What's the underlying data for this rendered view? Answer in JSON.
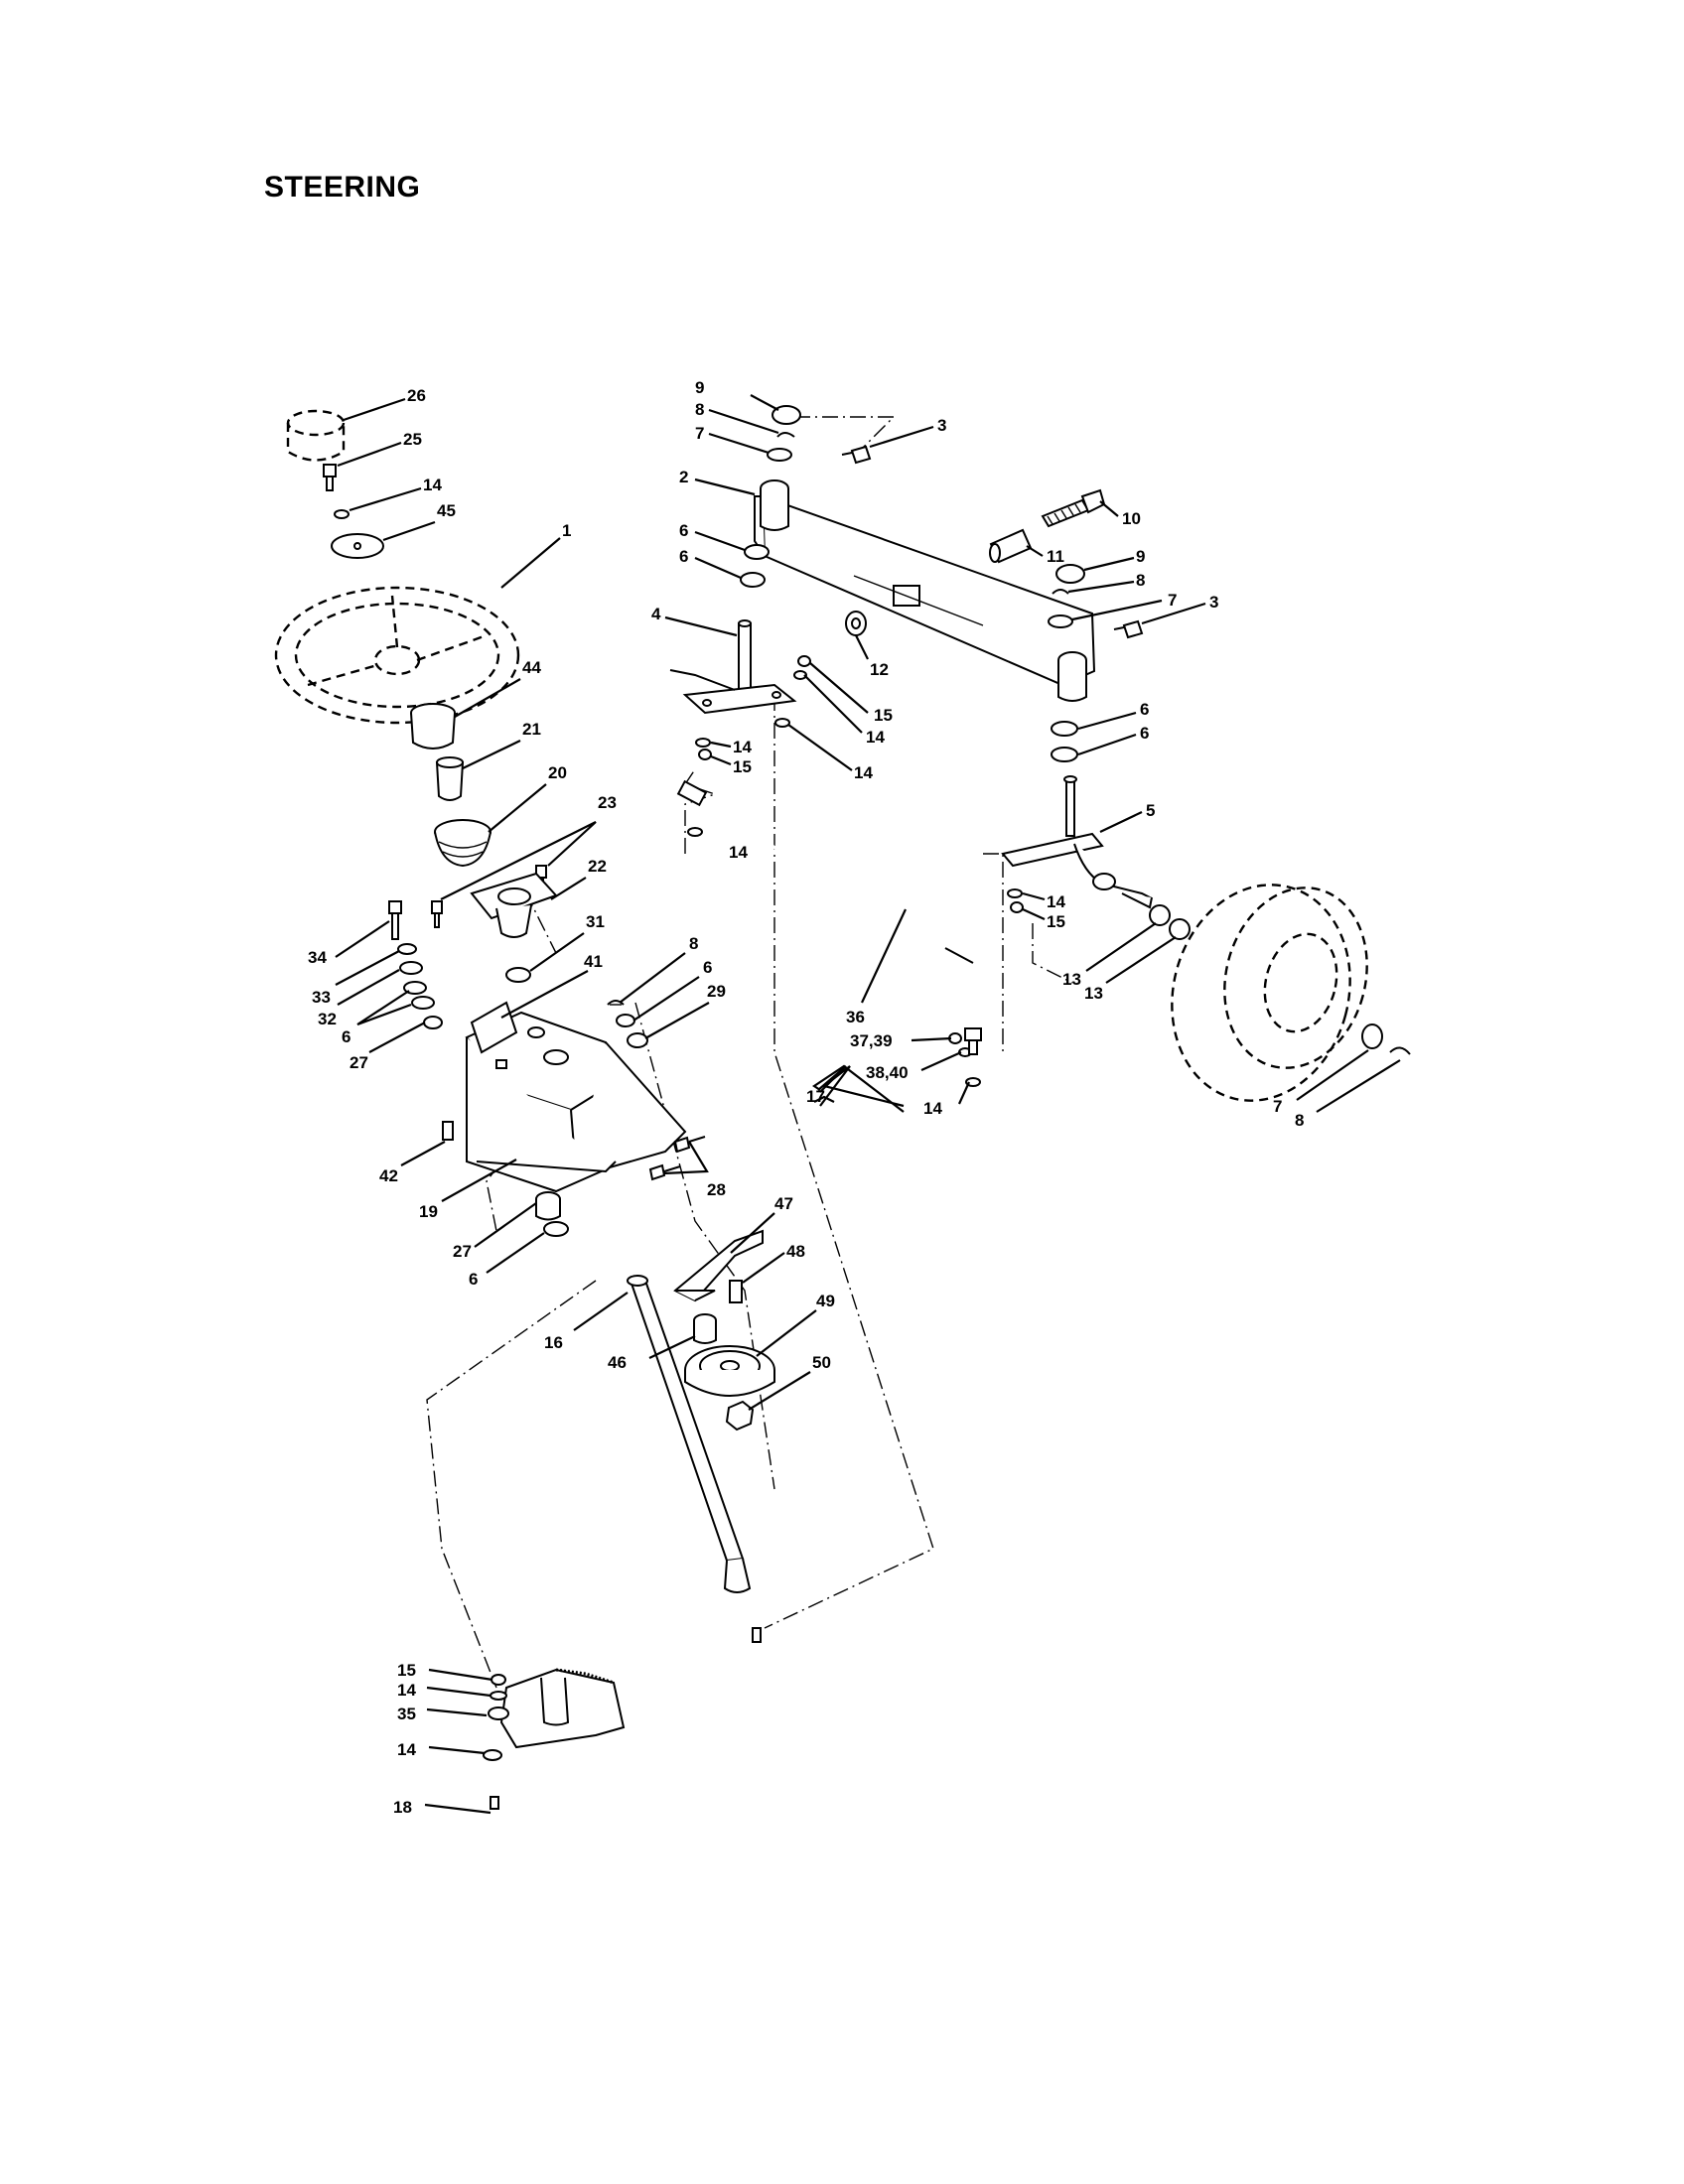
{
  "page": {
    "title": "STEERING"
  },
  "callouts": [
    {
      "id": "c26",
      "text": "26"
    },
    {
      "id": "c25",
      "text": "25"
    },
    {
      "id": "c14a",
      "text": "14"
    },
    {
      "id": "c45",
      "text": "45"
    },
    {
      "id": "c1",
      "text": "1"
    },
    {
      "id": "c44",
      "text": "44"
    },
    {
      "id": "c21",
      "text": "21"
    },
    {
      "id": "c20",
      "text": "20"
    },
    {
      "id": "c23",
      "text": "23"
    },
    {
      "id": "c22",
      "text": "22"
    },
    {
      "id": "c34",
      "text": "34"
    },
    {
      "id": "c31",
      "text": "31"
    },
    {
      "id": "c33",
      "text": "33"
    },
    {
      "id": "c32",
      "text": "32"
    },
    {
      "id": "c6a",
      "text": "6"
    },
    {
      "id": "c41",
      "text": "41"
    },
    {
      "id": "c27a",
      "text": "27"
    },
    {
      "id": "c8a",
      "text": "8"
    },
    {
      "id": "c6b",
      "text": "6"
    },
    {
      "id": "c29",
      "text": "29"
    },
    {
      "id": "c42",
      "text": "42"
    },
    {
      "id": "c19",
      "text": "19"
    },
    {
      "id": "c28",
      "text": "28"
    },
    {
      "id": "c27b",
      "text": "27"
    },
    {
      "id": "c6c",
      "text": "6"
    },
    {
      "id": "c16",
      "text": "16"
    },
    {
      "id": "c47",
      "text": "47"
    },
    {
      "id": "c48",
      "text": "48"
    },
    {
      "id": "c49",
      "text": "49"
    },
    {
      "id": "c46",
      "text": "46"
    },
    {
      "id": "c50",
      "text": "50"
    },
    {
      "id": "c9a",
      "text": "9"
    },
    {
      "id": "c8b",
      "text": "8"
    },
    {
      "id": "c7a",
      "text": "7"
    },
    {
      "id": "c3a",
      "text": "3"
    },
    {
      "id": "c2",
      "text": "2"
    },
    {
      "id": "c10",
      "text": "10"
    },
    {
      "id": "c6d",
      "text": "6"
    },
    {
      "id": "c6e",
      "text": "6"
    },
    {
      "id": "c11",
      "text": "11"
    },
    {
      "id": "c9b",
      "text": "9"
    },
    {
      "id": "c8c",
      "text": "8"
    },
    {
      "id": "c7b",
      "text": "7"
    },
    {
      "id": "c3b",
      "text": "3"
    },
    {
      "id": "c4",
      "text": "4"
    },
    {
      "id": "c12",
      "text": "12"
    },
    {
      "id": "c15a",
      "text": "15"
    },
    {
      "id": "c14b",
      "text": "14"
    },
    {
      "id": "c14c",
      "text": "14"
    },
    {
      "id": "c15b",
      "text": "15"
    },
    {
      "id": "c14d",
      "text": "14"
    },
    {
      "id": "c6f",
      "text": "6"
    },
    {
      "id": "c6g",
      "text": "6"
    },
    {
      "id": "c5",
      "text": "5"
    },
    {
      "id": "c14e",
      "text": "14"
    },
    {
      "id": "c14f",
      "text": "14"
    },
    {
      "id": "c15c",
      "text": "15"
    },
    {
      "id": "c13a",
      "text": "13"
    },
    {
      "id": "c13b",
      "text": "13"
    },
    {
      "id": "c36",
      "text": "36"
    },
    {
      "id": "c3739",
      "text": "37,39"
    },
    {
      "id": "c3840",
      "text": "38,40"
    },
    {
      "id": "c17",
      "text": "17"
    },
    {
      "id": "c14g",
      "text": "14"
    },
    {
      "id": "c7c",
      "text": "7"
    },
    {
      "id": "c8d",
      "text": "8"
    },
    {
      "id": "c15d",
      "text": "15"
    },
    {
      "id": "c14h",
      "text": "14"
    },
    {
      "id": "c35",
      "text": "35"
    },
    {
      "id": "c14i",
      "text": "14"
    },
    {
      "id": "c18",
      "text": "18"
    }
  ]
}
